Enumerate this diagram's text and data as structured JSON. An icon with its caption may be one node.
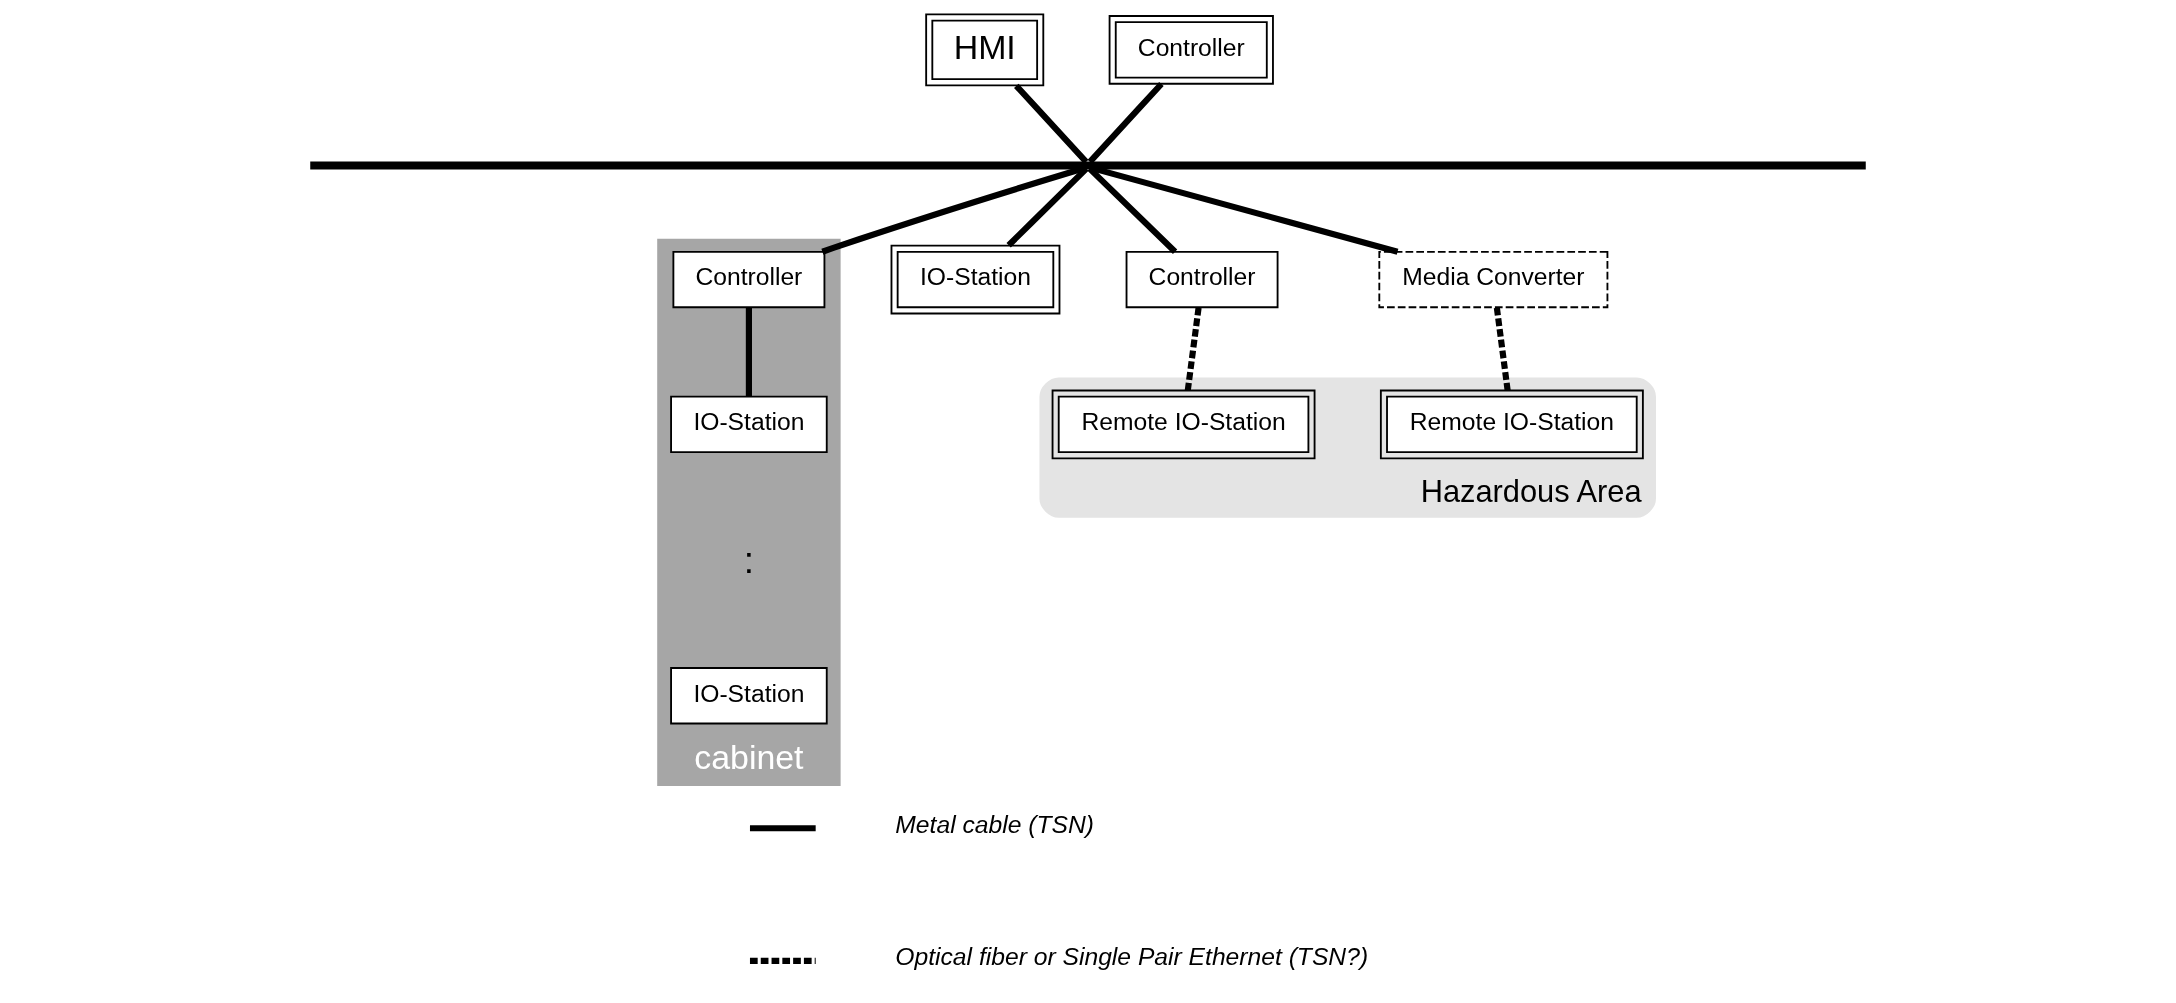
{
  "diagram": {
    "nodes": [
      {
        "text": [
          "HMI"
        ]
      },
      {
        "text": [
          "Controller"
        ]
      },
      {
        "text": [],
        "shape": "bar"
      },
      {
        "text": [
          "cabinet"
        ]
      },
      {
        "text": [
          "Controller"
        ],
        "in": 3
      },
      {
        "text": [
          "IO-Station"
        ],
        "in": 3
      },
      {
        "text": [
          "IO-Station"
        ],
        "in": 3
      },
      {
        "text": [
          "IO-Station"
        ]
      },
      {
        "text": [
          "Controller"
        ]
      },
      {
        "text": [
          "Media Converter"
        ]
      },
      {
        "text": [
          "Hazardous Area"
        ]
      },
      {
        "text": [
          "Remote IO-Station"
        ],
        "in": 10
      },
      {
        "text": [
          "Remote IO-Station"
        ],
        "in": 10
      }
    ],
    "edges": [
      {
        "from": 0,
        "to": 2,
        "arrow": "none"
      },
      {
        "from": 1,
        "to": 2,
        "arrow": "none"
      },
      {
        "from": 2,
        "to": 4,
        "arrow": "none"
      },
      {
        "from": 2,
        "to": 7,
        "arrow": "none"
      },
      {
        "from": 2,
        "to": 8,
        "arrow": "none"
      },
      {
        "from": 2,
        "to": 9,
        "arrow": "none"
      },
      {
        "from": 4,
        "to": 5,
        "arrow": "none"
      },
      {
        "from": 8,
        "to": 11,
        "arrow": "none",
        "style": "dashed"
      },
      {
        "from": 9,
        "to": 12,
        "arrow": "none",
        "style": "dashed"
      }
    ],
    "labels": [
      ":"
    ],
    "legend": [
      {
        "text": "Metal cable (TSN)"
      },
      {
        "text": "Optical fiber or Single Pair Ethernet (TSN?)"
      }
    ]
  }
}
